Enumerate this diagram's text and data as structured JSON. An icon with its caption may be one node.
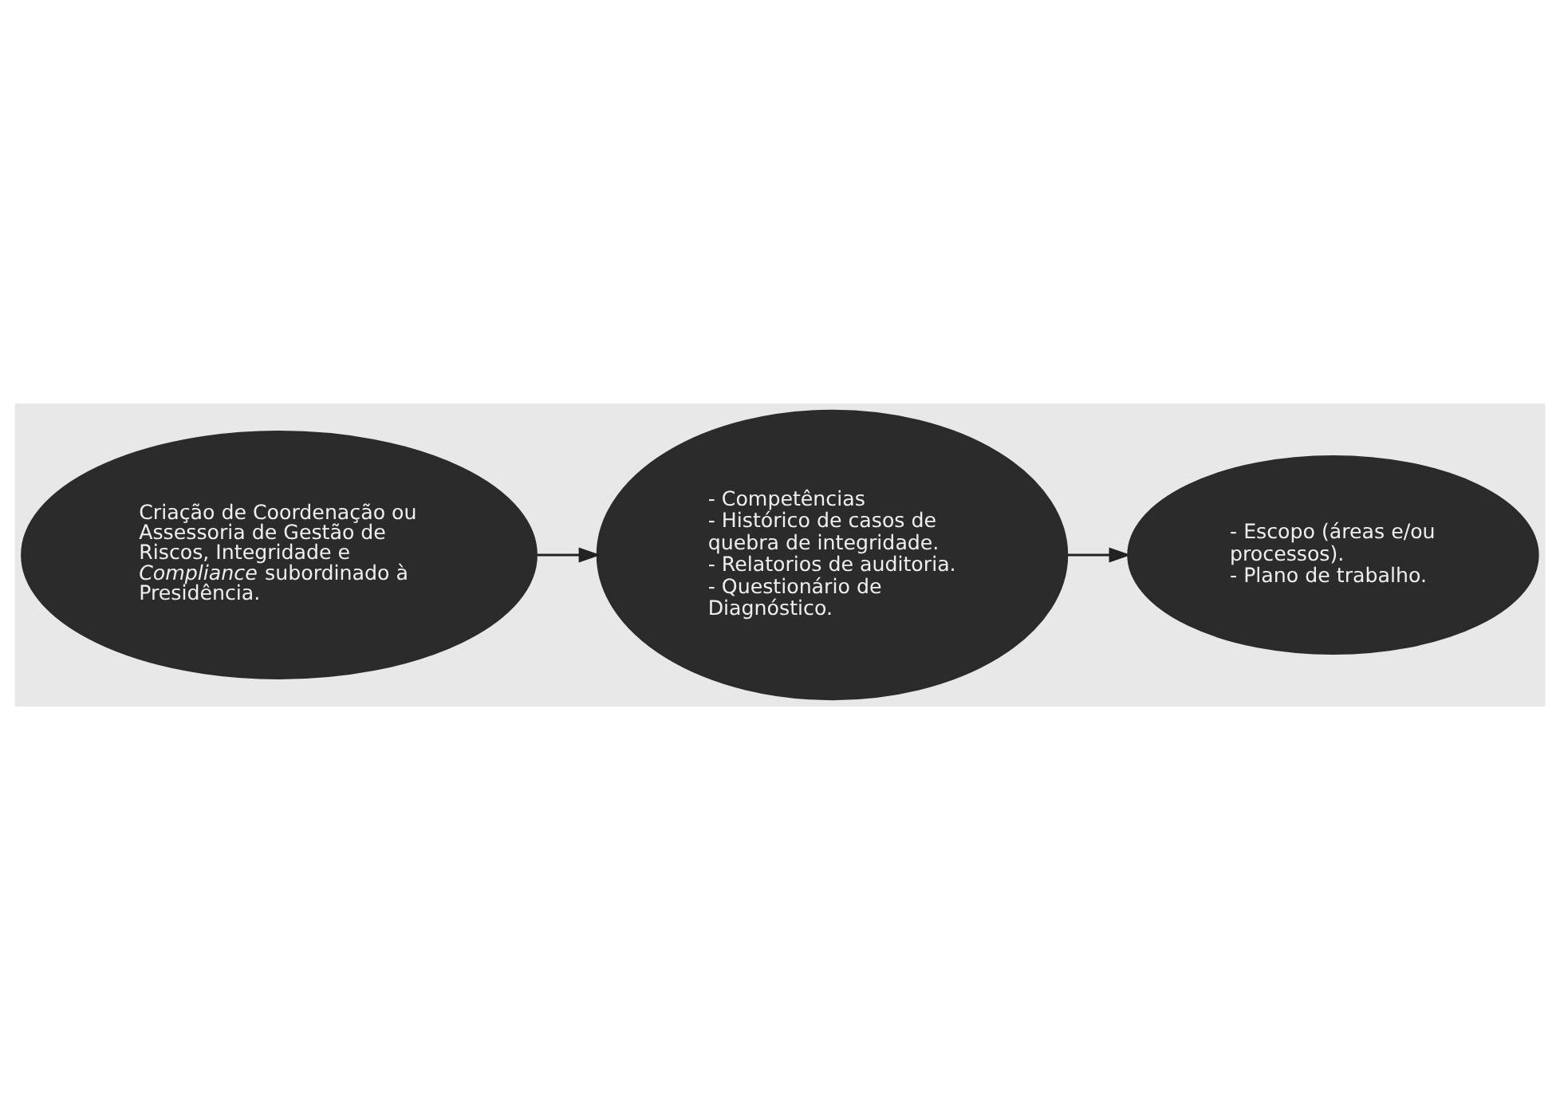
{
  "diagram": {
    "nodes": [
      {
        "text": [
          "Criação de Coordenação ou Assessoria de Gestão de Riscos, Integridade e *Compliance* subordinado à Presidência."
        ]
      },
      {
        "text": [
          "- Competências",
          "- Histórico de casos de quebra de integridade.",
          "- Relatorios de auditoria.",
          "- Questionário de Diagnóstico."
        ]
      },
      {
        "text": [
          "- Escopo (áreas e/ou processos).",
          "- Plano de trabalho."
        ]
      }
    ],
    "edges": [
      {
        "from": 0,
        "to": 1,
        "arrow": "to"
      },
      {
        "from": 1,
        "to": 2,
        "arrow": "to"
      }
    ]
  }
}
